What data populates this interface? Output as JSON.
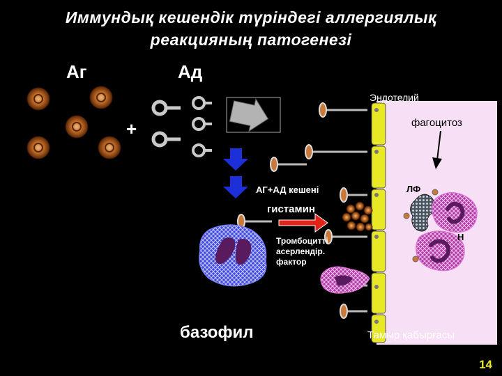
{
  "slide": {
    "title_line1": "Иммундық кешендік түріндегі аллергиялық",
    "title_line2": "реакцияның патогенезі",
    "label_ag": "Аг",
    "label_ad": "Ад",
    "plus": "+",
    "label_endothelium": "Эндотелий",
    "label_phagocytosis": "фагоцитоз",
    "label_complex": "АГ+АД кешені",
    "label_lf": "ЛФ",
    "label_histamine": "гистамин",
    "label_n": "Н",
    "label_platelet_factor": "Тромбоцитті\nасерлендір.\nфактор",
    "label_basophil": "базофил",
    "label_vessel_wall": "Тамыр қабырғасы",
    "slide_number": "14"
  },
  "colors": {
    "background": "#000000",
    "vessel_tissue": "#f7dff5",
    "endothelium_yellow": "#e8e826",
    "basophil_blue": "#3f48e0",
    "arrow_red": "#e2231a",
    "arrow_blue": "#1d2fd8",
    "neutrophil_purple": "#9b2c93",
    "antigen_brown": "#b5621f"
  }
}
